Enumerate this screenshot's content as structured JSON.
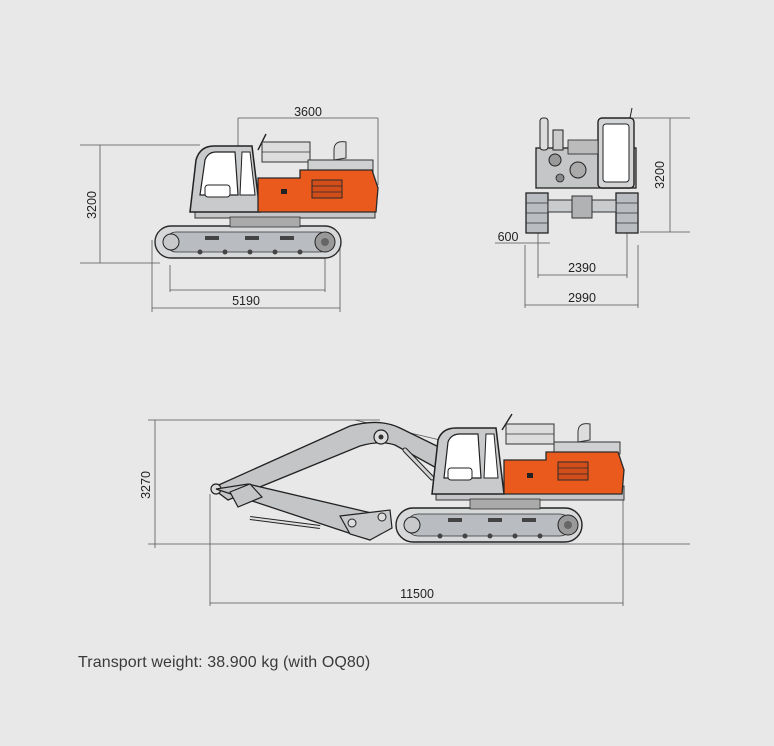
{
  "dimensions": {
    "side_tail_width": "3600",
    "side_height": "3200",
    "side_track_length": "5190",
    "front_height": "3200",
    "front_shoe_width": "600",
    "front_track_gauge": "2390",
    "front_overall_width": "2990",
    "transport_height": "3270",
    "transport_length": "11500"
  },
  "caption": "Transport weight: 38.900 kg (with OQ80)",
  "colors": {
    "background": "#e8e8e8",
    "body_orange": "#ea5a1c",
    "body_orange_dark": "#c9471a",
    "machine_grey": "#b9bcc0",
    "line_dark": "#2a2a2a"
  }
}
